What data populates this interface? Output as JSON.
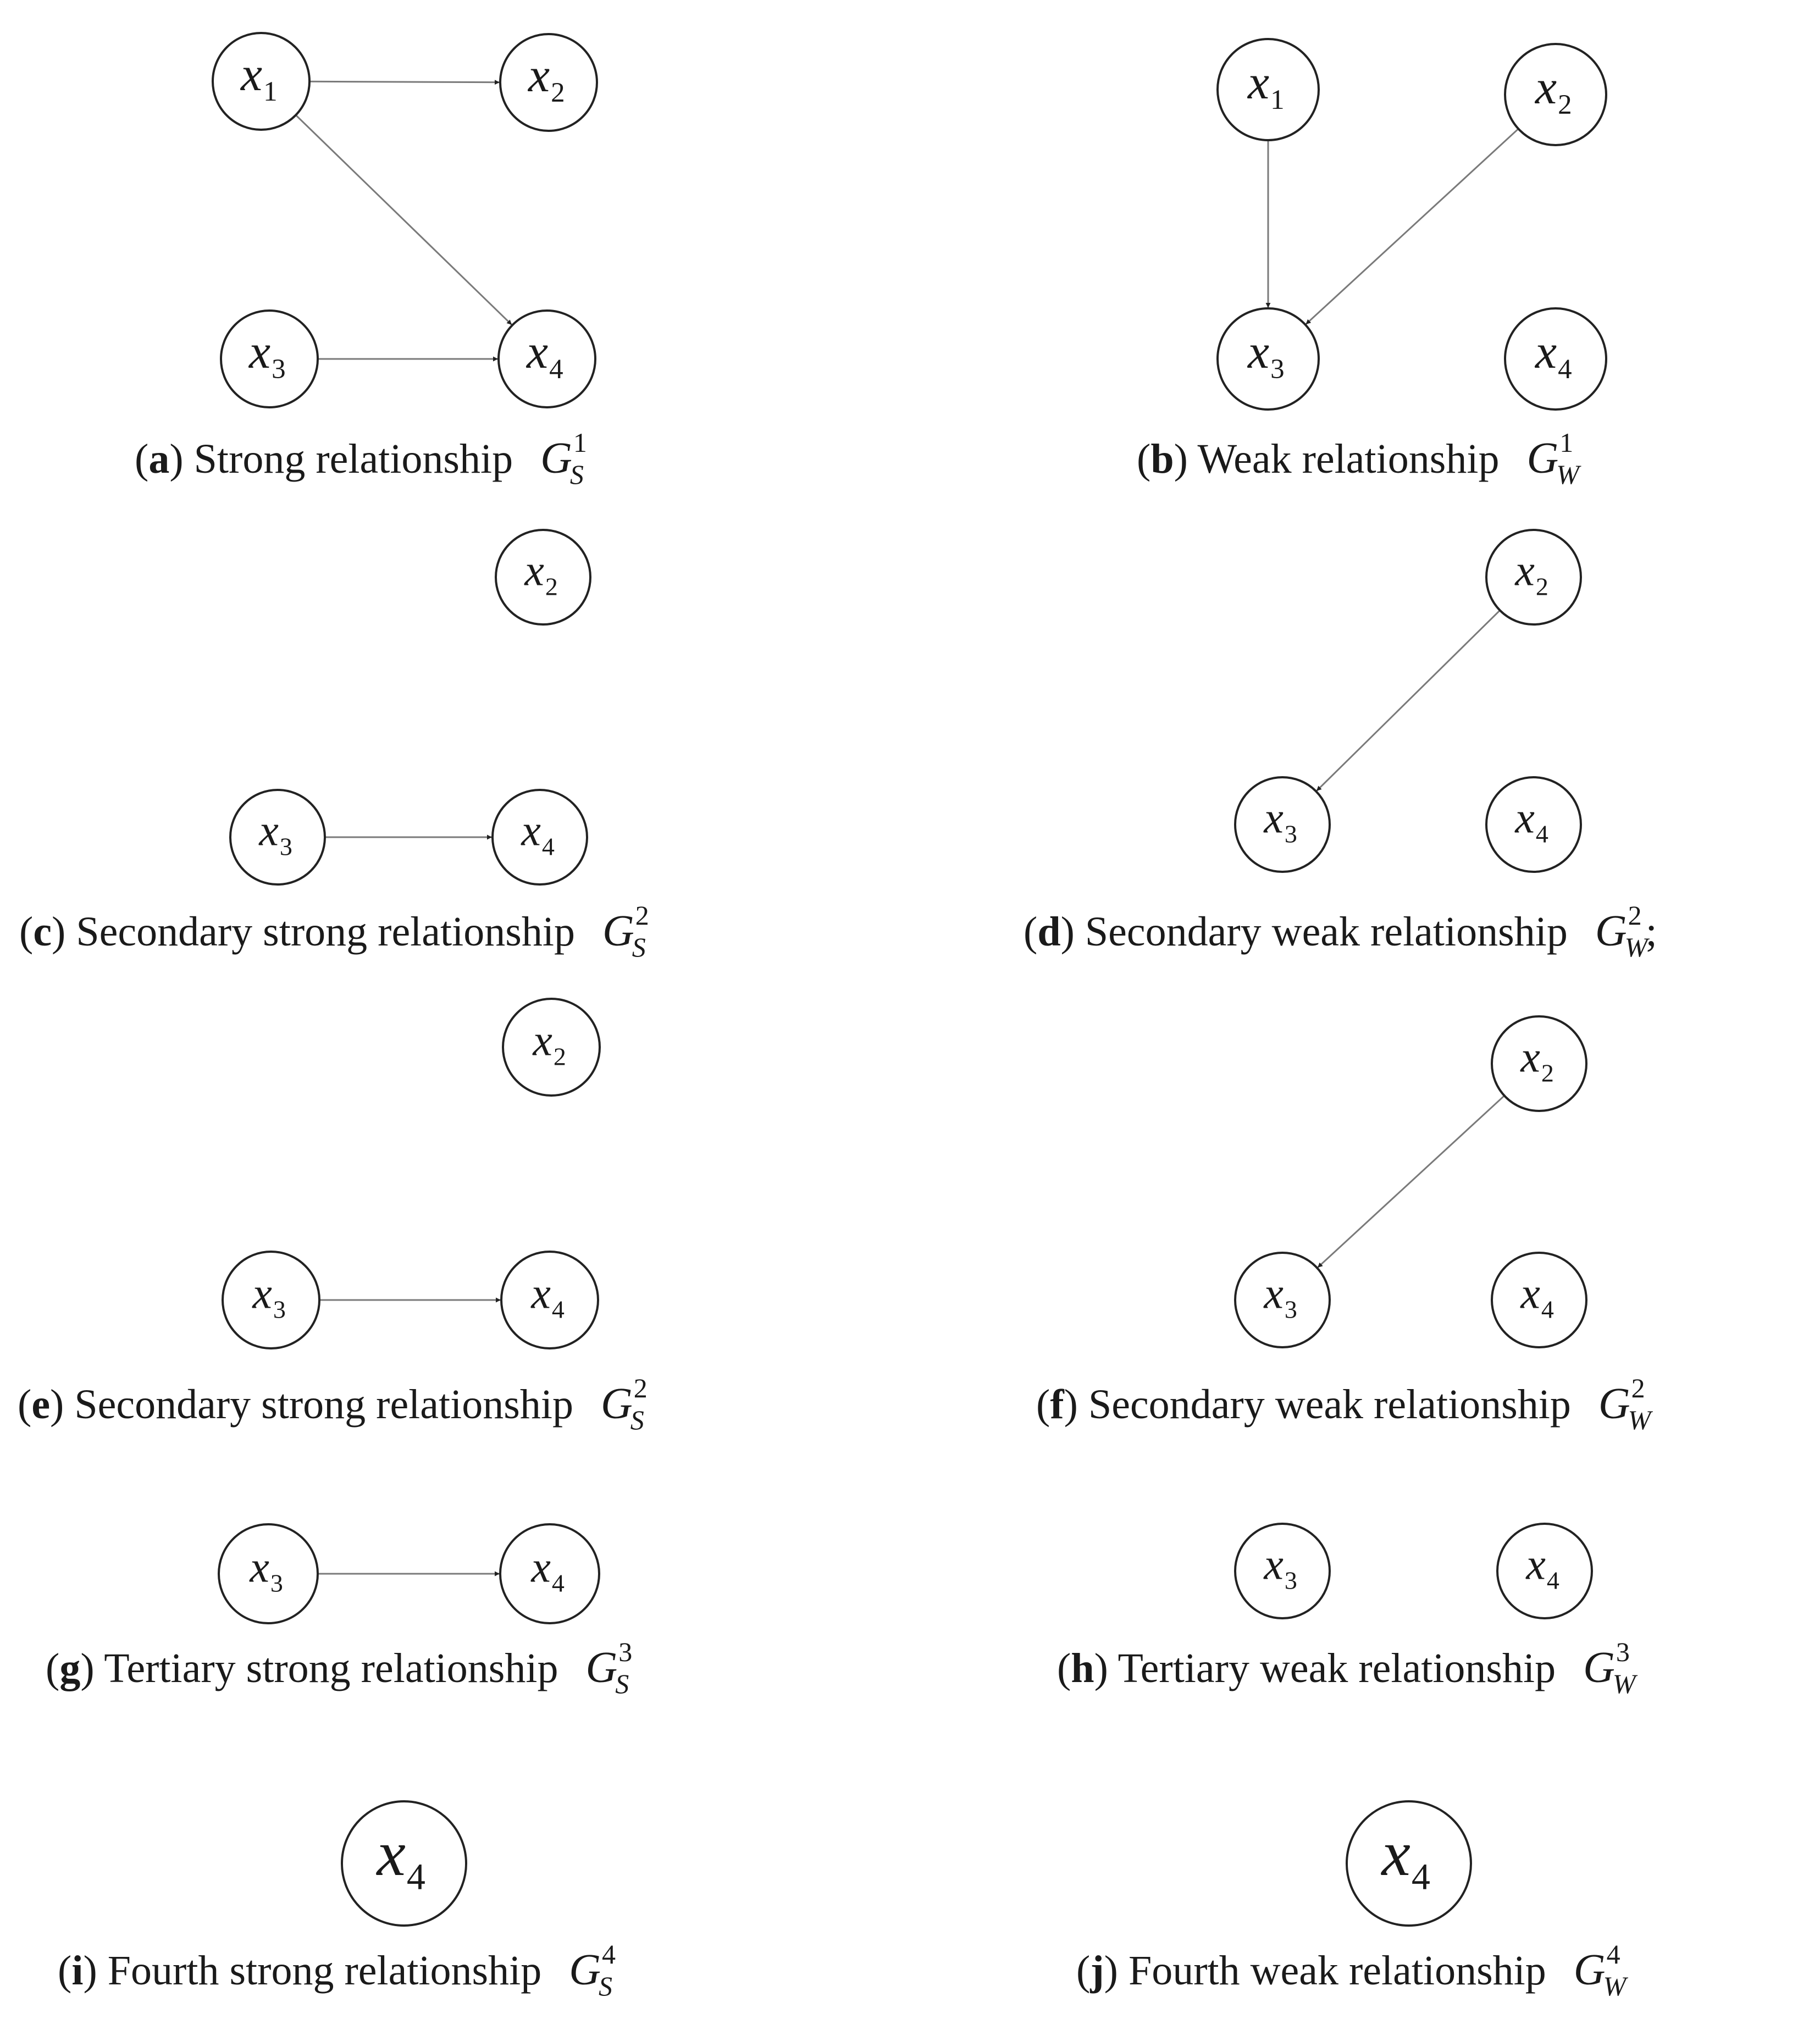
{
  "panels": [
    {
      "id": "a",
      "letter": "a",
      "caption": " Strong relationship",
      "symbol": {
        "base": "G",
        "sub": "S",
        "sup": "1",
        "suffix": ""
      },
      "nodes": [
        {
          "id": "x1",
          "base": "x",
          "sub": "1"
        },
        {
          "id": "x2",
          "base": "x",
          "sub": "2"
        },
        {
          "id": "x3",
          "base": "x",
          "sub": "3"
        },
        {
          "id": "x4",
          "base": "x",
          "sub": "4"
        }
      ],
      "edges": [
        {
          "from": "x1",
          "to": "x2"
        },
        {
          "from": "x1",
          "to": "x4"
        },
        {
          "from": "x3",
          "to": "x4"
        }
      ]
    },
    {
      "id": "b",
      "letter": "b",
      "caption": " Weak relationship",
      "symbol": {
        "base": "G",
        "sub": "W",
        "sup": "1",
        "suffix": ""
      },
      "nodes": [
        {
          "id": "x1",
          "base": "x",
          "sub": "1"
        },
        {
          "id": "x2",
          "base": "x",
          "sub": "2"
        },
        {
          "id": "x3",
          "base": "x",
          "sub": "3"
        },
        {
          "id": "x4",
          "base": "x",
          "sub": "4"
        }
      ],
      "edges": [
        {
          "from": "x1",
          "to": "x3"
        },
        {
          "from": "x2",
          "to": "x3"
        }
      ]
    },
    {
      "id": "c",
      "letter": "c",
      "caption": " Secondary strong relationship",
      "symbol": {
        "base": "G",
        "sub": "S",
        "sup": "2",
        "suffix": ""
      },
      "nodes": [
        {
          "id": "x2",
          "base": "x",
          "sub": "2"
        },
        {
          "id": "x3",
          "base": "x",
          "sub": "3"
        },
        {
          "id": "x4",
          "base": "x",
          "sub": "4"
        }
      ],
      "edges": [
        {
          "from": "x3",
          "to": "x4"
        }
      ]
    },
    {
      "id": "d",
      "letter": "d",
      "caption": " Secondary weak relationship",
      "symbol": {
        "base": "G",
        "sub": "W",
        "sup": "2",
        "suffix": " ;"
      },
      "nodes": [
        {
          "id": "x2",
          "base": "x",
          "sub": "2"
        },
        {
          "id": "x3",
          "base": "x",
          "sub": "3"
        },
        {
          "id": "x4",
          "base": "x",
          "sub": "4"
        }
      ],
      "edges": [
        {
          "from": "x2",
          "to": "x3"
        }
      ]
    },
    {
      "id": "e",
      "letter": "e",
      "caption": " Secondary strong relationship",
      "symbol": {
        "base": "G",
        "sub": "S",
        "sup": "2",
        "suffix": ""
      },
      "nodes": [
        {
          "id": "x2",
          "base": "x",
          "sub": "2"
        },
        {
          "id": "x3",
          "base": "x",
          "sub": "3"
        },
        {
          "id": "x4",
          "base": "x",
          "sub": "4"
        }
      ],
      "edges": [
        {
          "from": "x3",
          "to": "x4"
        }
      ]
    },
    {
      "id": "f",
      "letter": "f",
      "caption": " Secondary weak relationship",
      "symbol": {
        "base": "G",
        "sub": "W",
        "sup": "2",
        "suffix": ""
      },
      "nodes": [
        {
          "id": "x2",
          "base": "x",
          "sub": "2"
        },
        {
          "id": "x3",
          "base": "x",
          "sub": "3"
        },
        {
          "id": "x4",
          "base": "x",
          "sub": "4"
        }
      ],
      "edges": [
        {
          "from": "x2",
          "to": "x3"
        }
      ]
    },
    {
      "id": "g",
      "letter": "g",
      "caption": " Tertiary strong relationship",
      "symbol": {
        "base": "G",
        "sub": "S",
        "sup": "3",
        "suffix": ""
      },
      "nodes": [
        {
          "id": "x3",
          "base": "x",
          "sub": "3"
        },
        {
          "id": "x4",
          "base": "x",
          "sub": "4"
        }
      ],
      "edges": [
        {
          "from": "x3",
          "to": "x4"
        }
      ]
    },
    {
      "id": "h",
      "letter": "h",
      "caption": " Tertiary weak relationship",
      "symbol": {
        "base": "G",
        "sub": "W",
        "sup": "3",
        "suffix": ""
      },
      "nodes": [
        {
          "id": "x3",
          "base": "x",
          "sub": "3"
        },
        {
          "id": "x4",
          "base": "x",
          "sub": "4"
        }
      ],
      "edges": []
    },
    {
      "id": "i",
      "letter": "i",
      "caption": " Fourth strong relationship",
      "symbol": {
        "base": "G",
        "sub": "S",
        "sup": "4",
        "suffix": ""
      },
      "nodes": [
        {
          "id": "x4",
          "base": "x",
          "sub": "4"
        }
      ],
      "edges": []
    },
    {
      "id": "j",
      "letter": "j",
      "caption": " Fourth weak relationship",
      "symbol": {
        "base": "G",
        "sub": "W",
        "sup": "4",
        "suffix": ""
      },
      "nodes": [
        {
          "id": "x4",
          "base": "x",
          "sub": "4"
        }
      ],
      "edges": []
    }
  ]
}
